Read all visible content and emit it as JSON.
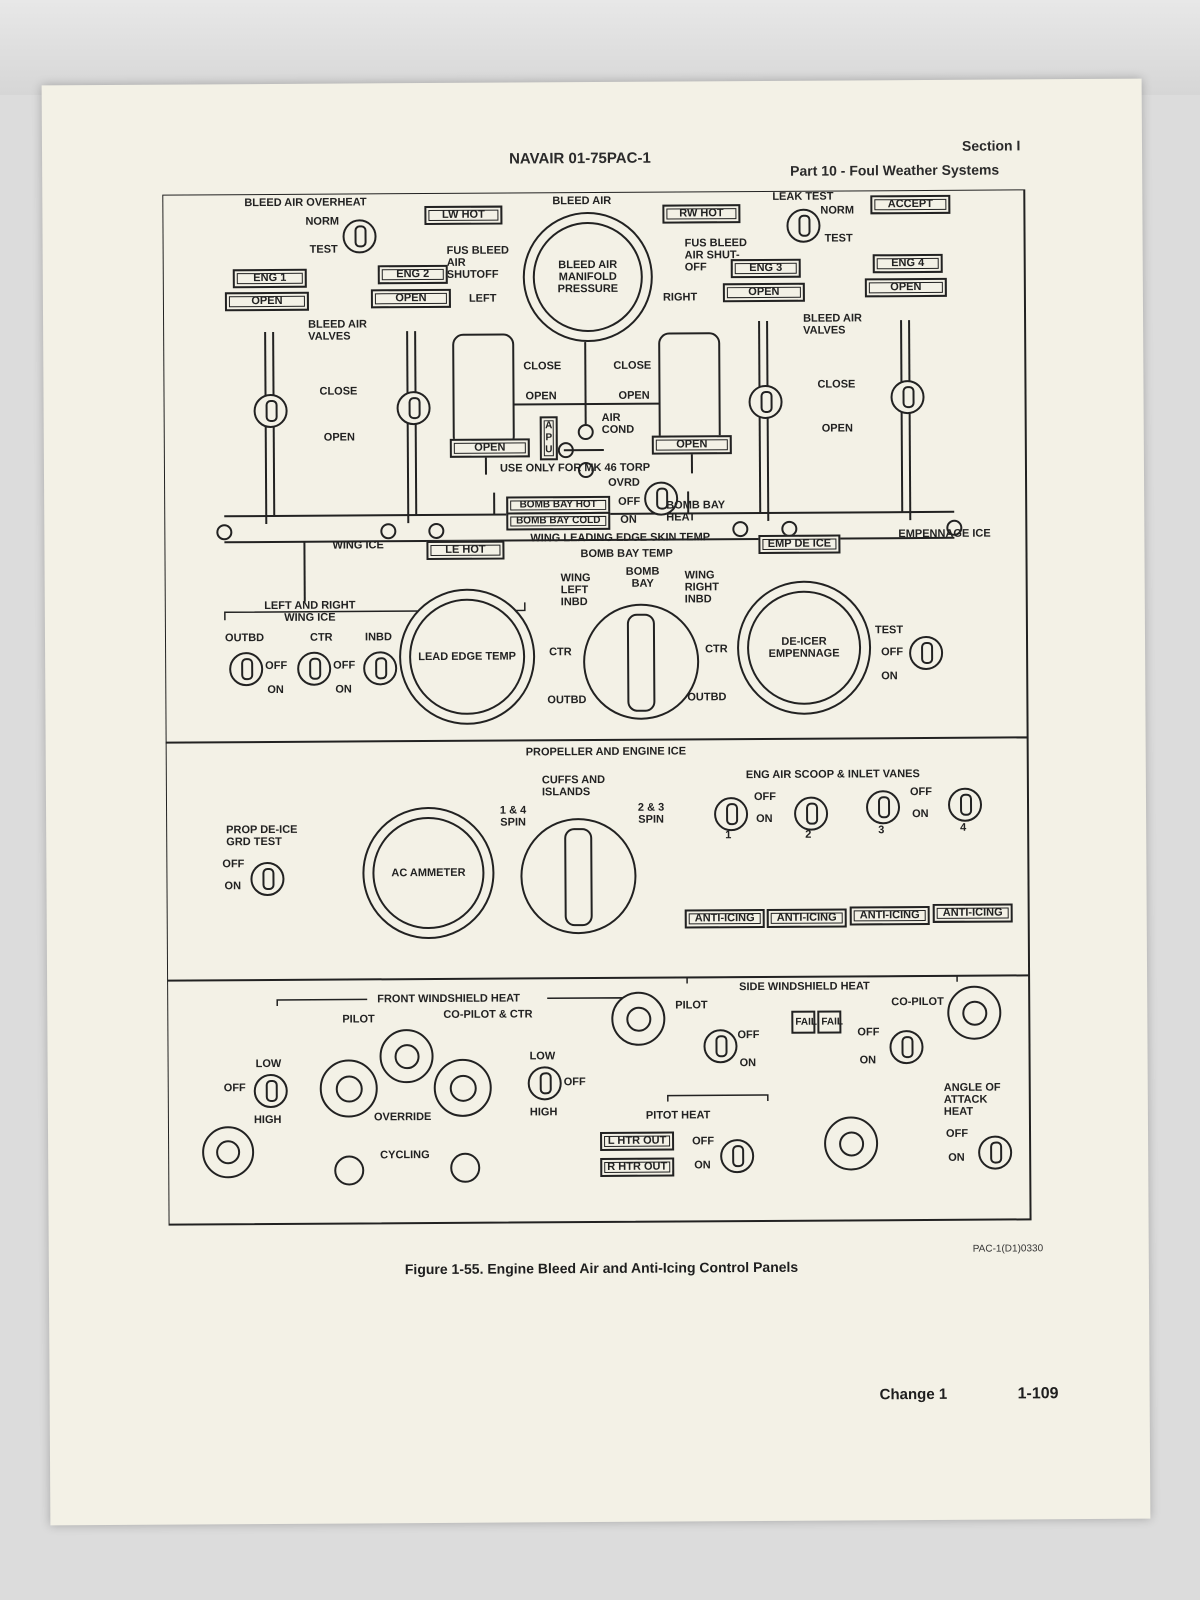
{
  "header": {
    "doc_id": "NAVAIR 01-75PAC-1",
    "section": "Section I",
    "part": "Part 10 - Foul Weather Systems"
  },
  "bleed": {
    "overheat_title": "BLEED AIR OVERHEAT",
    "norm": "NORM",
    "test": "TEST",
    "lw_hot": "LW HOT",
    "rw_hot": "RW HOT",
    "bleed_air": "BLEED AIR",
    "manifold": "BLEED AIR MANIFOLD PRESSURE",
    "leak_test": "LEAK TEST",
    "accept": "ACCEPT",
    "fus_left": "FUS BLEED AIR SHUTOFF",
    "fus_right": "FUS BLEED AIR SHUT-OFF",
    "left": "LEFT",
    "right": "RIGHT",
    "eng1": "ENG 1",
    "eng2": "ENG 2",
    "eng3": "ENG 3",
    "eng4": "ENG 4",
    "open": "OPEN",
    "valves": "BLEED AIR VALVES",
    "close": "CLOSE",
    "apu": "A P U",
    "air_cond": "AIR COND",
    "mk46": "USE ONLY FOR MK 46 TORP",
    "ovrd": "OVRD",
    "off": "OFF",
    "on": "ON",
    "bomb_hot": "BOMB BAY HOT",
    "bomb_cold": "BOMB BAY COLD",
    "bomb_heat": "BOMB BAY HEAT",
    "wing_ice": "WING ICE",
    "le_hot": "LE HOT",
    "skin_temp": "WING LEADING EDGE SKIN TEMP",
    "bay_temp": "BOMB BAY TEMP",
    "emp_de_ice": "EMP DE ICE",
    "emp_ice": "EMPENNAGE ICE"
  },
  "wing": {
    "lr_title": "LEFT AND RIGHT WING ICE",
    "outbd": "OUTBD",
    "ctr": "CTR",
    "inbd": "INBD",
    "off": "OFF",
    "on": "ON",
    "lead_edge": "LEAD EDGE TEMP",
    "wing_left": "WING LEFT INBD",
    "bomb_bay": "BOMB BAY",
    "wing_right": "WING RIGHT INBD",
    "de_icer": "DE-ICER EMPENNAGE",
    "test": "TEST"
  },
  "prop": {
    "title": "PROPELLER AND ENGINE ICE",
    "grd_test": "PROP DE-ICE GRD TEST",
    "off": "OFF",
    "on": "ON",
    "ammeter": "AC AMMETER",
    "cuffs": "CUFFS AND ISLANDS",
    "spin14": "1 & 4 SPIN",
    "spin23": "2 & 3 SPIN",
    "scoop": "ENG AIR SCOOP & INLET VANES",
    "n1": "1",
    "n2": "2",
    "n3": "3",
    "n4": "4",
    "anti": "ANTI-ICING"
  },
  "windshield": {
    "front": "FRONT WINDSHIELD HEAT",
    "pilot": "PILOT",
    "copilot_ctr": "CO-PILOT & CTR",
    "side": "SIDE WINDSHIELD HEAT",
    "copilot": "CO-PILOT",
    "low": "LOW",
    "off": "OFF",
    "high": "HIGH",
    "on": "ON",
    "override": "OVERRIDE",
    "cycling": "CYCLING",
    "fail": "FAIL",
    "pitot": "PITOT HEAT",
    "l_htr": "L HTR OUT",
    "r_htr": "R HTR OUT",
    "aoa": "ANGLE OF ATTACK HEAT"
  },
  "figure": {
    "code": "PAC-1(D1)0330",
    "caption": "Figure 1-55. Engine Bleed Air and Anti-Icing Control Panels"
  },
  "footer": {
    "change": "Change 1",
    "page": "1-109"
  }
}
